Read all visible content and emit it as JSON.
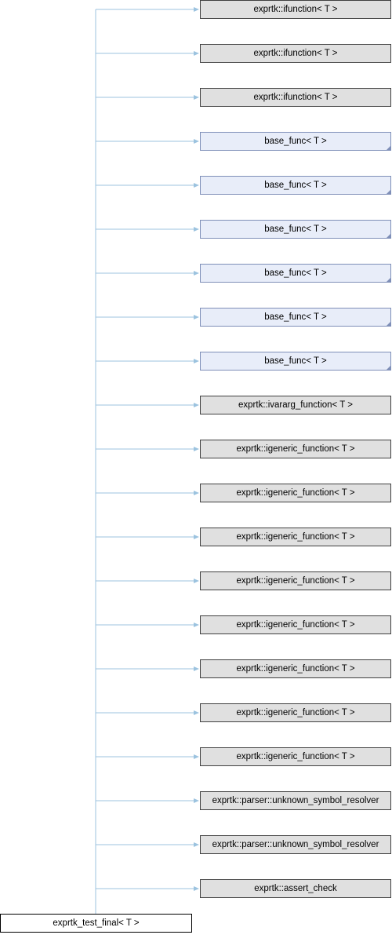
{
  "colors": {
    "edge": "#9cc3df",
    "node_fill": "#e0e0e0",
    "node_fill_linked": "#e8edf9",
    "node_border": "#404040"
  },
  "derived_class": {
    "label": "exprtk_test_final< T >"
  },
  "base_classes": [
    {
      "label": "exprtk::ifunction< T >",
      "style": "gray"
    },
    {
      "label": "exprtk::ifunction< T >",
      "style": "gray"
    },
    {
      "label": "exprtk::ifunction< T >",
      "style": "gray"
    },
    {
      "label": "base_func< T >",
      "style": "blue"
    },
    {
      "label": "base_func< T >",
      "style": "blue"
    },
    {
      "label": "base_func< T >",
      "style": "blue"
    },
    {
      "label": "base_func< T >",
      "style": "blue"
    },
    {
      "label": "base_func< T >",
      "style": "blue"
    },
    {
      "label": "base_func< T >",
      "style": "blue"
    },
    {
      "label": "exprtk::ivararg_function< T >",
      "style": "gray"
    },
    {
      "label": "exprtk::igeneric_function< T >",
      "style": "gray"
    },
    {
      "label": "exprtk::igeneric_function< T >",
      "style": "gray"
    },
    {
      "label": "exprtk::igeneric_function< T >",
      "style": "gray"
    },
    {
      "label": "exprtk::igeneric_function< T >",
      "style": "gray"
    },
    {
      "label": "exprtk::igeneric_function< T >",
      "style": "gray"
    },
    {
      "label": "exprtk::igeneric_function< T >",
      "style": "gray"
    },
    {
      "label": "exprtk::igeneric_function< T >",
      "style": "gray"
    },
    {
      "label": "exprtk::igeneric_function< T >",
      "style": "gray"
    },
    {
      "label": "exprtk::parser::unknown_symbol_resolver",
      "style": "gray"
    },
    {
      "label": "exprtk::parser::unknown_symbol_resolver",
      "style": "gray"
    },
    {
      "label": "exprtk::assert_check",
      "style": "gray"
    }
  ]
}
